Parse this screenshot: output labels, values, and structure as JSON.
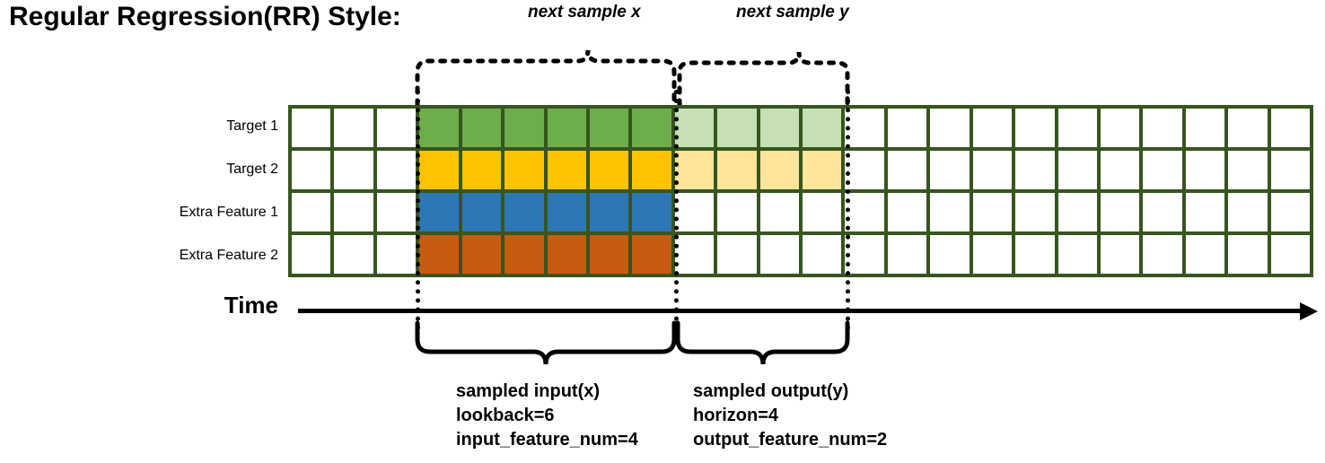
{
  "title": "Regular Regression(RR) Style:",
  "colors": {
    "grid_border": "#37551F",
    "target1": "#6CAE4B",
    "target1_light": "#C6DFB4",
    "target2": "#FFC300",
    "target2_light": "#FFE49A",
    "extra1": "#2E77B5",
    "extra2": "#C75B12",
    "empty": "#FFFFFF",
    "line": "#000000"
  },
  "rows": [
    {
      "label": "Target 1",
      "name": "target-1"
    },
    {
      "label": "Target 2",
      "name": "target-2"
    },
    {
      "label": "Extra Feature 1",
      "name": "extra-feature-1"
    },
    {
      "label": "Extra Feature 2",
      "name": "extra-feature-2"
    }
  ],
  "grid": {
    "columns": 24,
    "rows": 4,
    "lead_blank_columns": 3,
    "input_columns": 6,
    "output_columns": 4,
    "trailing_blank_columns": 11,
    "fills": [
      [
        "#FFFFFF",
        "#FFFFFF",
        "#FFFFFF",
        "#6CAE4B",
        "#6CAE4B",
        "#6CAE4B",
        "#6CAE4B",
        "#6CAE4B",
        "#6CAE4B",
        "#C6DFB4",
        "#C6DFB4",
        "#C6DFB4",
        "#C6DFB4",
        "#FFFFFF",
        "#FFFFFF",
        "#FFFFFF",
        "#FFFFFF",
        "#FFFFFF",
        "#FFFFFF",
        "#FFFFFF",
        "#FFFFFF",
        "#FFFFFF",
        "#FFFFFF",
        "#FFFFFF"
      ],
      [
        "#FFFFFF",
        "#FFFFFF",
        "#FFFFFF",
        "#FFC300",
        "#FFC300",
        "#FFC300",
        "#FFC300",
        "#FFC300",
        "#FFC300",
        "#FFE49A",
        "#FFE49A",
        "#FFE49A",
        "#FFE49A",
        "#FFFFFF",
        "#FFFFFF",
        "#FFFFFF",
        "#FFFFFF",
        "#FFFFFF",
        "#FFFFFF",
        "#FFFFFF",
        "#FFFFFF",
        "#FFFFFF",
        "#FFFFFF",
        "#FFFFFF"
      ],
      [
        "#FFFFFF",
        "#FFFFFF",
        "#FFFFFF",
        "#2E77B5",
        "#2E77B5",
        "#2E77B5",
        "#2E77B5",
        "#2E77B5",
        "#2E77B5",
        "#FFFFFF",
        "#FFFFFF",
        "#FFFFFF",
        "#FFFFFF",
        "#FFFFFF",
        "#FFFFFF",
        "#FFFFFF",
        "#FFFFFF",
        "#FFFFFF",
        "#FFFFFF",
        "#FFFFFF",
        "#FFFFFF",
        "#FFFFFF",
        "#FFFFFF",
        "#FFFFFF"
      ],
      [
        "#FFFFFF",
        "#FFFFFF",
        "#FFFFFF",
        "#C75B12",
        "#C75B12",
        "#C75B12",
        "#C75B12",
        "#C75B12",
        "#C75B12",
        "#FFFFFF",
        "#FFFFFF",
        "#FFFFFF",
        "#FFFFFF",
        "#FFFFFF",
        "#FFFFFF",
        "#FFFFFF",
        "#FFFFFF",
        "#FFFFFF",
        "#FFFFFF",
        "#FFFFFF",
        "#FFFFFF",
        "#FFFFFF",
        "#FFFFFF",
        "#FFFFFF"
      ]
    ]
  },
  "top_annotations": {
    "next_sample_x": "next sample x",
    "next_sample_y": "next sample y"
  },
  "time_axis": {
    "label": "Time"
  },
  "captions": {
    "input": {
      "line1": "sampled input(x)",
      "line2": "lookback=6",
      "line3": "input_feature_num=4"
    },
    "output": {
      "line1": "sampled output(y)",
      "line2": "horizon=4",
      "line3": "output_feature_num=2"
    }
  }
}
